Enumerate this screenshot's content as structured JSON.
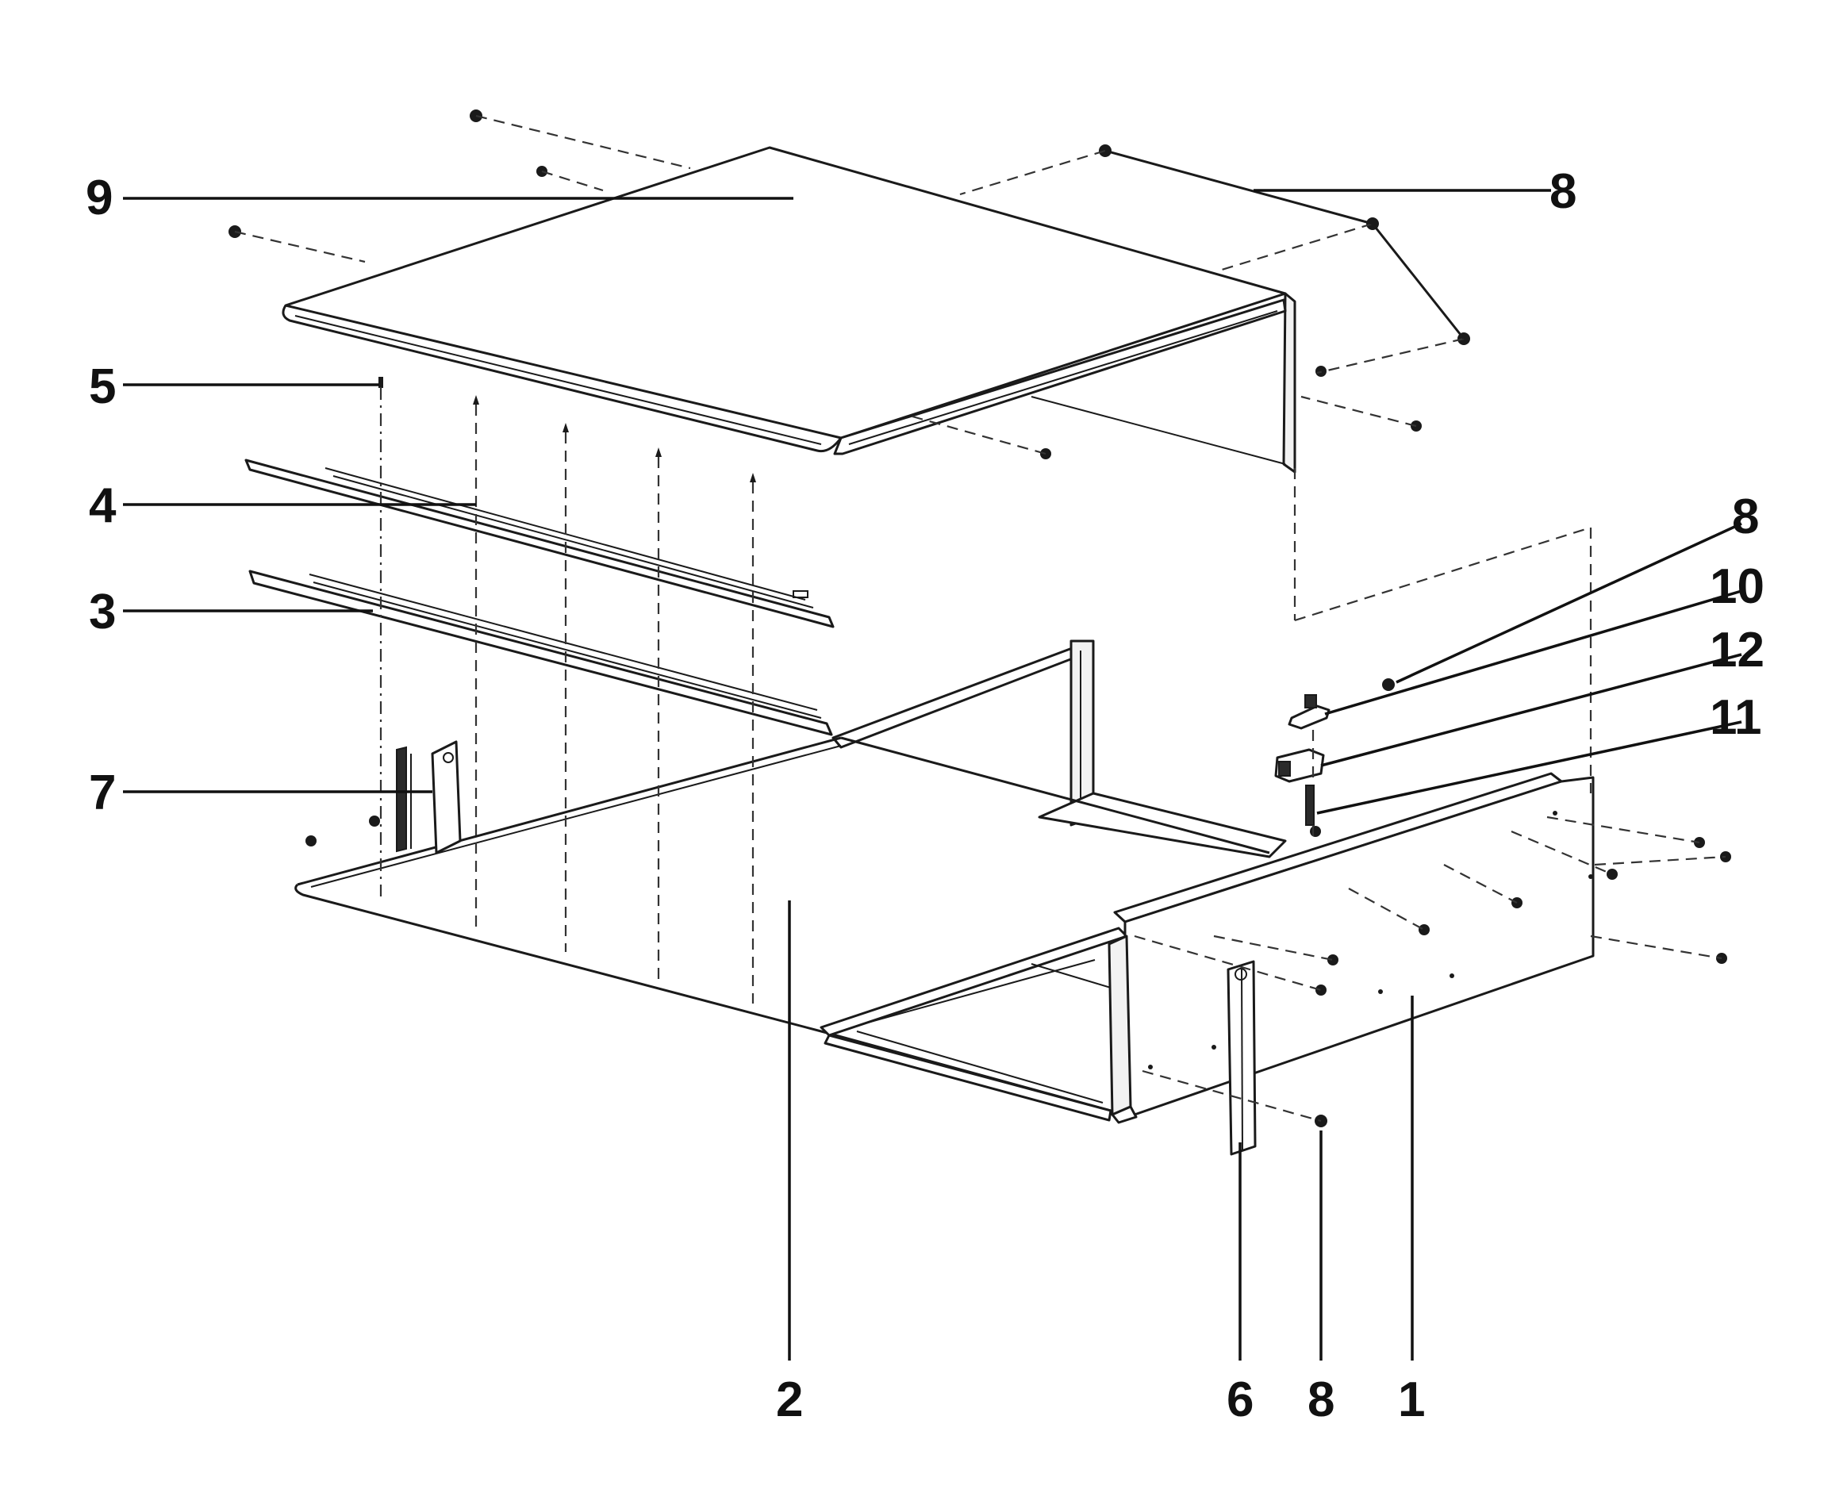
{
  "diagram": {
    "labels": [
      {
        "id": "label-9",
        "text": "9"
      },
      {
        "id": "label-8-top",
        "text": "8"
      },
      {
        "id": "label-5",
        "text": "5"
      },
      {
        "id": "label-4",
        "text": "4"
      },
      {
        "id": "label-3",
        "text": "3"
      },
      {
        "id": "label-7",
        "text": "7"
      },
      {
        "id": "label-8-mid",
        "text": "8"
      },
      {
        "id": "label-10",
        "text": "10"
      },
      {
        "id": "label-12",
        "text": "12"
      },
      {
        "id": "label-11",
        "text": "11"
      },
      {
        "id": "label-2",
        "text": "2"
      },
      {
        "id": "label-6",
        "text": "6"
      },
      {
        "id": "label-8-bottom",
        "text": "8"
      },
      {
        "id": "label-1",
        "text": "1"
      }
    ]
  }
}
